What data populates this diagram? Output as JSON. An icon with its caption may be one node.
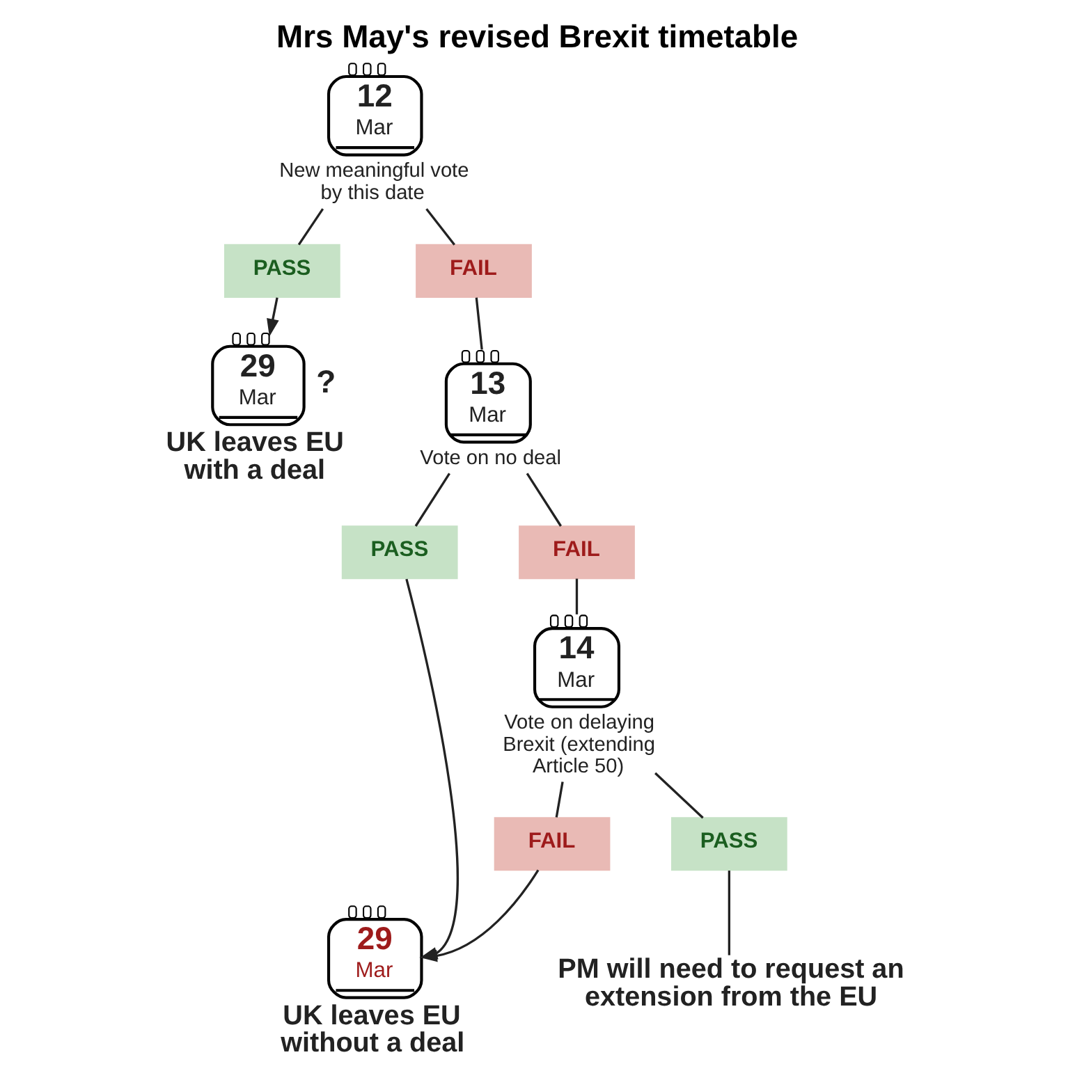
{
  "diagram": {
    "title": "Mrs May's revised Brexit timetable",
    "nodes": [
      {
        "text": [
          "12",
          "Mar"
        ],
        "beside": [
          "New meaningful vote by this date"
        ]
      },
      {
        "text": [
          "PASS"
        ]
      },
      {
        "text": [
          "FAIL"
        ]
      },
      {
        "text": [
          "29",
          "Mar"
        ],
        "beside": [
          "?",
          "UK leaves EU with a deal"
        ]
      },
      {
        "text": [
          "13",
          "Mar"
        ],
        "beside": [
          "Vote on no deal"
        ]
      },
      {
        "text": [
          "PASS"
        ]
      },
      {
        "text": [
          "FAIL"
        ]
      },
      {
        "text": [
          "14",
          "Mar"
        ],
        "beside": [
          "Vote on delaying Brexit (extending Article 50)"
        ]
      },
      {
        "text": [
          "FAIL"
        ]
      },
      {
        "text": [
          "PASS"
        ]
      },
      {
        "text": [
          "29",
          "Mar"
        ],
        "beside": [
          "UK leaves EU without a deal"
        ]
      },
      {
        "text": [
          "PM will need to request an extension from the EU"
        ]
      }
    ],
    "edges": [
      {
        "from": 0,
        "to": 1,
        "arrow": "none"
      },
      {
        "from": 0,
        "to": 2,
        "arrow": "none"
      },
      {
        "from": 1,
        "to": 3,
        "arrow": "to"
      },
      {
        "from": 2,
        "to": 4,
        "arrow": "none"
      },
      {
        "from": 4,
        "to": 5,
        "arrow": "none"
      },
      {
        "from": 4,
        "to": 6,
        "arrow": "none"
      },
      {
        "from": 6,
        "to": 7,
        "arrow": "none"
      },
      {
        "from": 7,
        "to": 8,
        "arrow": "none"
      },
      {
        "from": 7,
        "to": 9,
        "arrow": "none"
      },
      {
        "from": 5,
        "to": 10,
        "arrow": "to"
      },
      {
        "from": 8,
        "to": 10,
        "arrow": "to"
      },
      {
        "from": 9,
        "to": 11,
        "arrow": "none"
      }
    ]
  }
}
